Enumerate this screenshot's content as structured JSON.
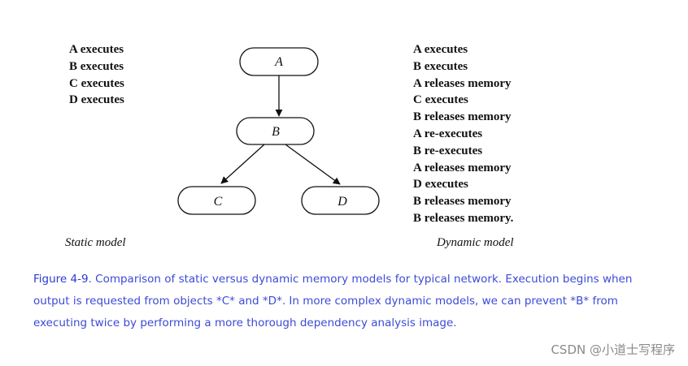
{
  "static_list": [
    "A executes",
    "B executes",
    "C executes",
    "D executes"
  ],
  "dynamic_list": [
    "A executes",
    "B executes",
    "A releases memory",
    "C executes",
    "B releases memory",
    "A re-executes",
    "B re-executes",
    "A releases memory",
    "D executes",
    "B releases memory",
    "B releases memory."
  ],
  "nodes": {
    "a": "A",
    "b": "B",
    "c": "C",
    "d": "D"
  },
  "labels": {
    "static_model": "Static model",
    "dynamic_model": "Dynamic model"
  },
  "caption": {
    "figure": "Figure 4-9",
    "text": ". Comparison of static versus dynamic memory models for typical network. Execution begins when output is requested from objects *C* and *D*. In more complex dynamic models, we can prevent *B* from executing twice by performing a more thorough dependency analysis image."
  },
  "watermark": "CSDN @小道士写程序",
  "colors": {
    "caption": "#3b4bd6",
    "watermark": "#8a8a8a",
    "ink": "#111111"
  }
}
